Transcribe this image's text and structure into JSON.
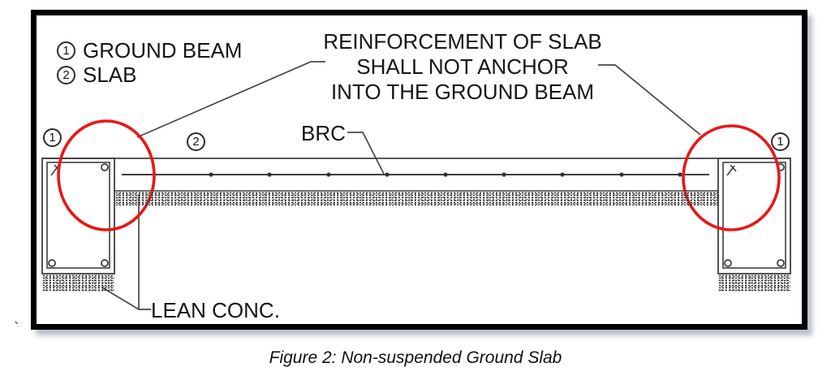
{
  "figure": {
    "legend": {
      "items": [
        {
          "marker": "1",
          "label": "GROUND BEAM"
        },
        {
          "marker": "2",
          "label": "SLAB"
        }
      ]
    },
    "note_lines": [
      "REINFORCEMENT OF SLAB",
      "SHALL NOT ANCHOR",
      "INTO THE GROUND BEAM"
    ],
    "labels": {
      "brc": "BRC",
      "lean_conc": "LEAN CONC."
    },
    "callouts": {
      "left_beam_marker": "1",
      "slab_marker": "2",
      "right_beam_marker": "1"
    },
    "stray_mark": "`",
    "colors": {
      "highlight_red": "#e81717",
      "line_gray": "#3d3d3d",
      "frame_black": "#000000"
    }
  },
  "caption": {
    "text": "Figure 2: Non-suspended Ground Slab"
  }
}
